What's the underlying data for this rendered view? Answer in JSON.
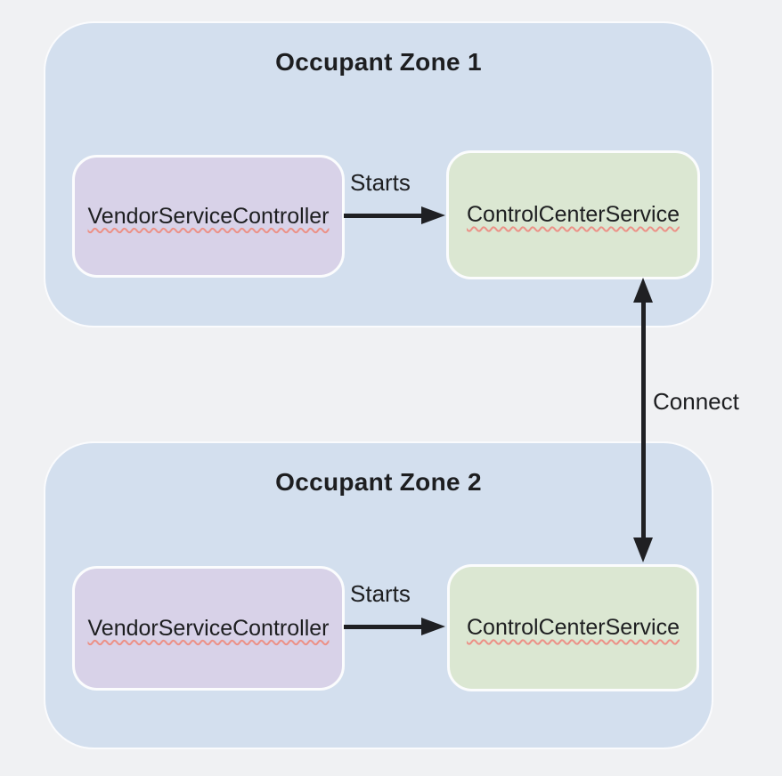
{
  "colors": {
    "page_bg": "#f0f1f3",
    "zone_fill": "#d3dfee",
    "zone_border": "#fafbfd",
    "vendor_fill": "#d8d2e8",
    "service_fill": "#dbe7d2",
    "node_border": "#fbfcfd",
    "arrow": "#1f2023",
    "text": "#1d1e20",
    "spellcheck_squiggle": "#ec9187"
  },
  "diagram": {
    "zones": [
      {
        "title": "Occupant Zone 1",
        "nodes": [
          {
            "label": "VendorServiceController"
          },
          {
            "label": "ControlCenterService"
          }
        ],
        "starts_edge_label": "Starts"
      },
      {
        "title": "Occupant Zone 2",
        "nodes": [
          {
            "label": "VendorServiceController"
          },
          {
            "label": "ControlCenterService"
          }
        ],
        "starts_edge_label": "Starts"
      }
    ],
    "connect_edge_label": "Connect"
  }
}
